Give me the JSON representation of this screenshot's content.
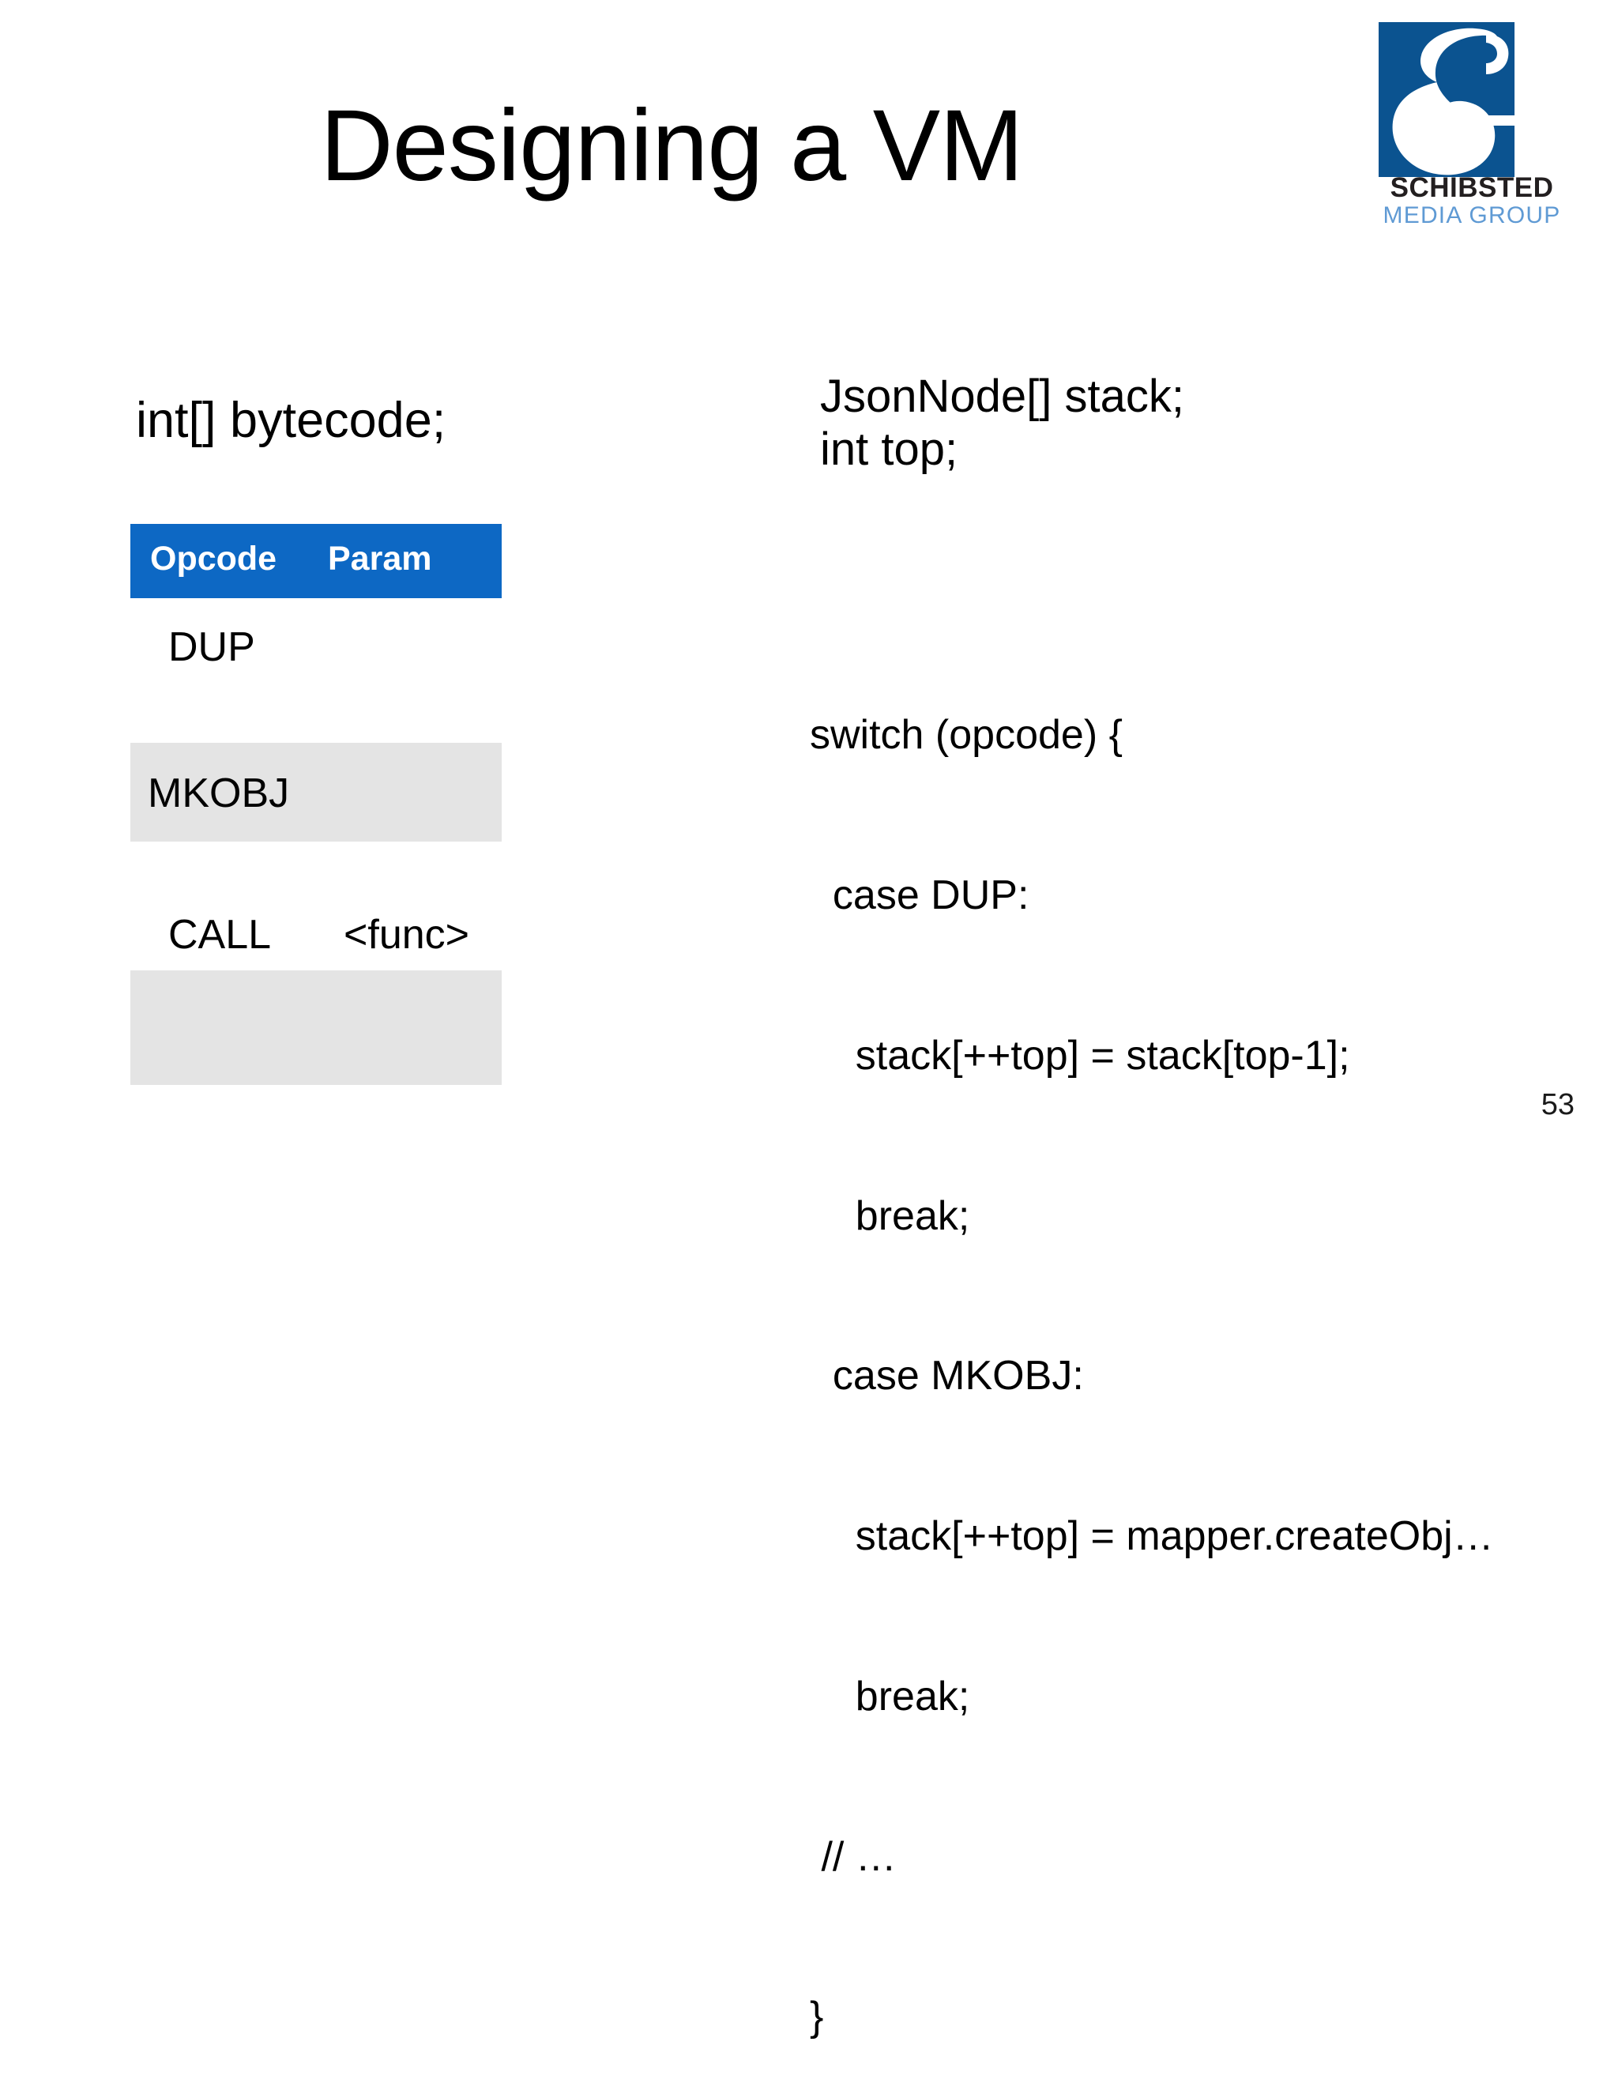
{
  "slide": {
    "title": "Designing a VM",
    "page_number": "53",
    "background_color": "#ffffff"
  },
  "logo": {
    "mark_name": "schibsted-s-mark",
    "wordmark": "SCHIBSTED",
    "submark": "MEDIA GROUP",
    "mark_color": "#0b5390",
    "wordmark_color": "#231f20",
    "submark_color": "#5f9ad4"
  },
  "left": {
    "declaration": "int[] bytecode;",
    "table": {
      "accent_color": "#0d68c4",
      "alt_row_color": "#e4e4e4",
      "headers": [
        "Opcode",
        "Param"
      ],
      "rows": [
        {
          "opcode": "DUP",
          "param": ""
        },
        {
          "opcode": "MKOBJ",
          "param": ""
        },
        {
          "opcode": "CALL",
          "param": "<func>"
        },
        {
          "opcode": "",
          "param": ""
        }
      ]
    }
  },
  "right": {
    "declarations": [
      "JsonNode[] stack;",
      "int top;"
    ],
    "code_lines": [
      "switch (opcode) {",
      "  case DUP:",
      "    stack[++top] = stack[top-1];",
      "    break;",
      "  case MKOBJ:",
      "    stack[++top] = mapper.createObj…",
      "    break;",
      " // …",
      "}"
    ]
  }
}
